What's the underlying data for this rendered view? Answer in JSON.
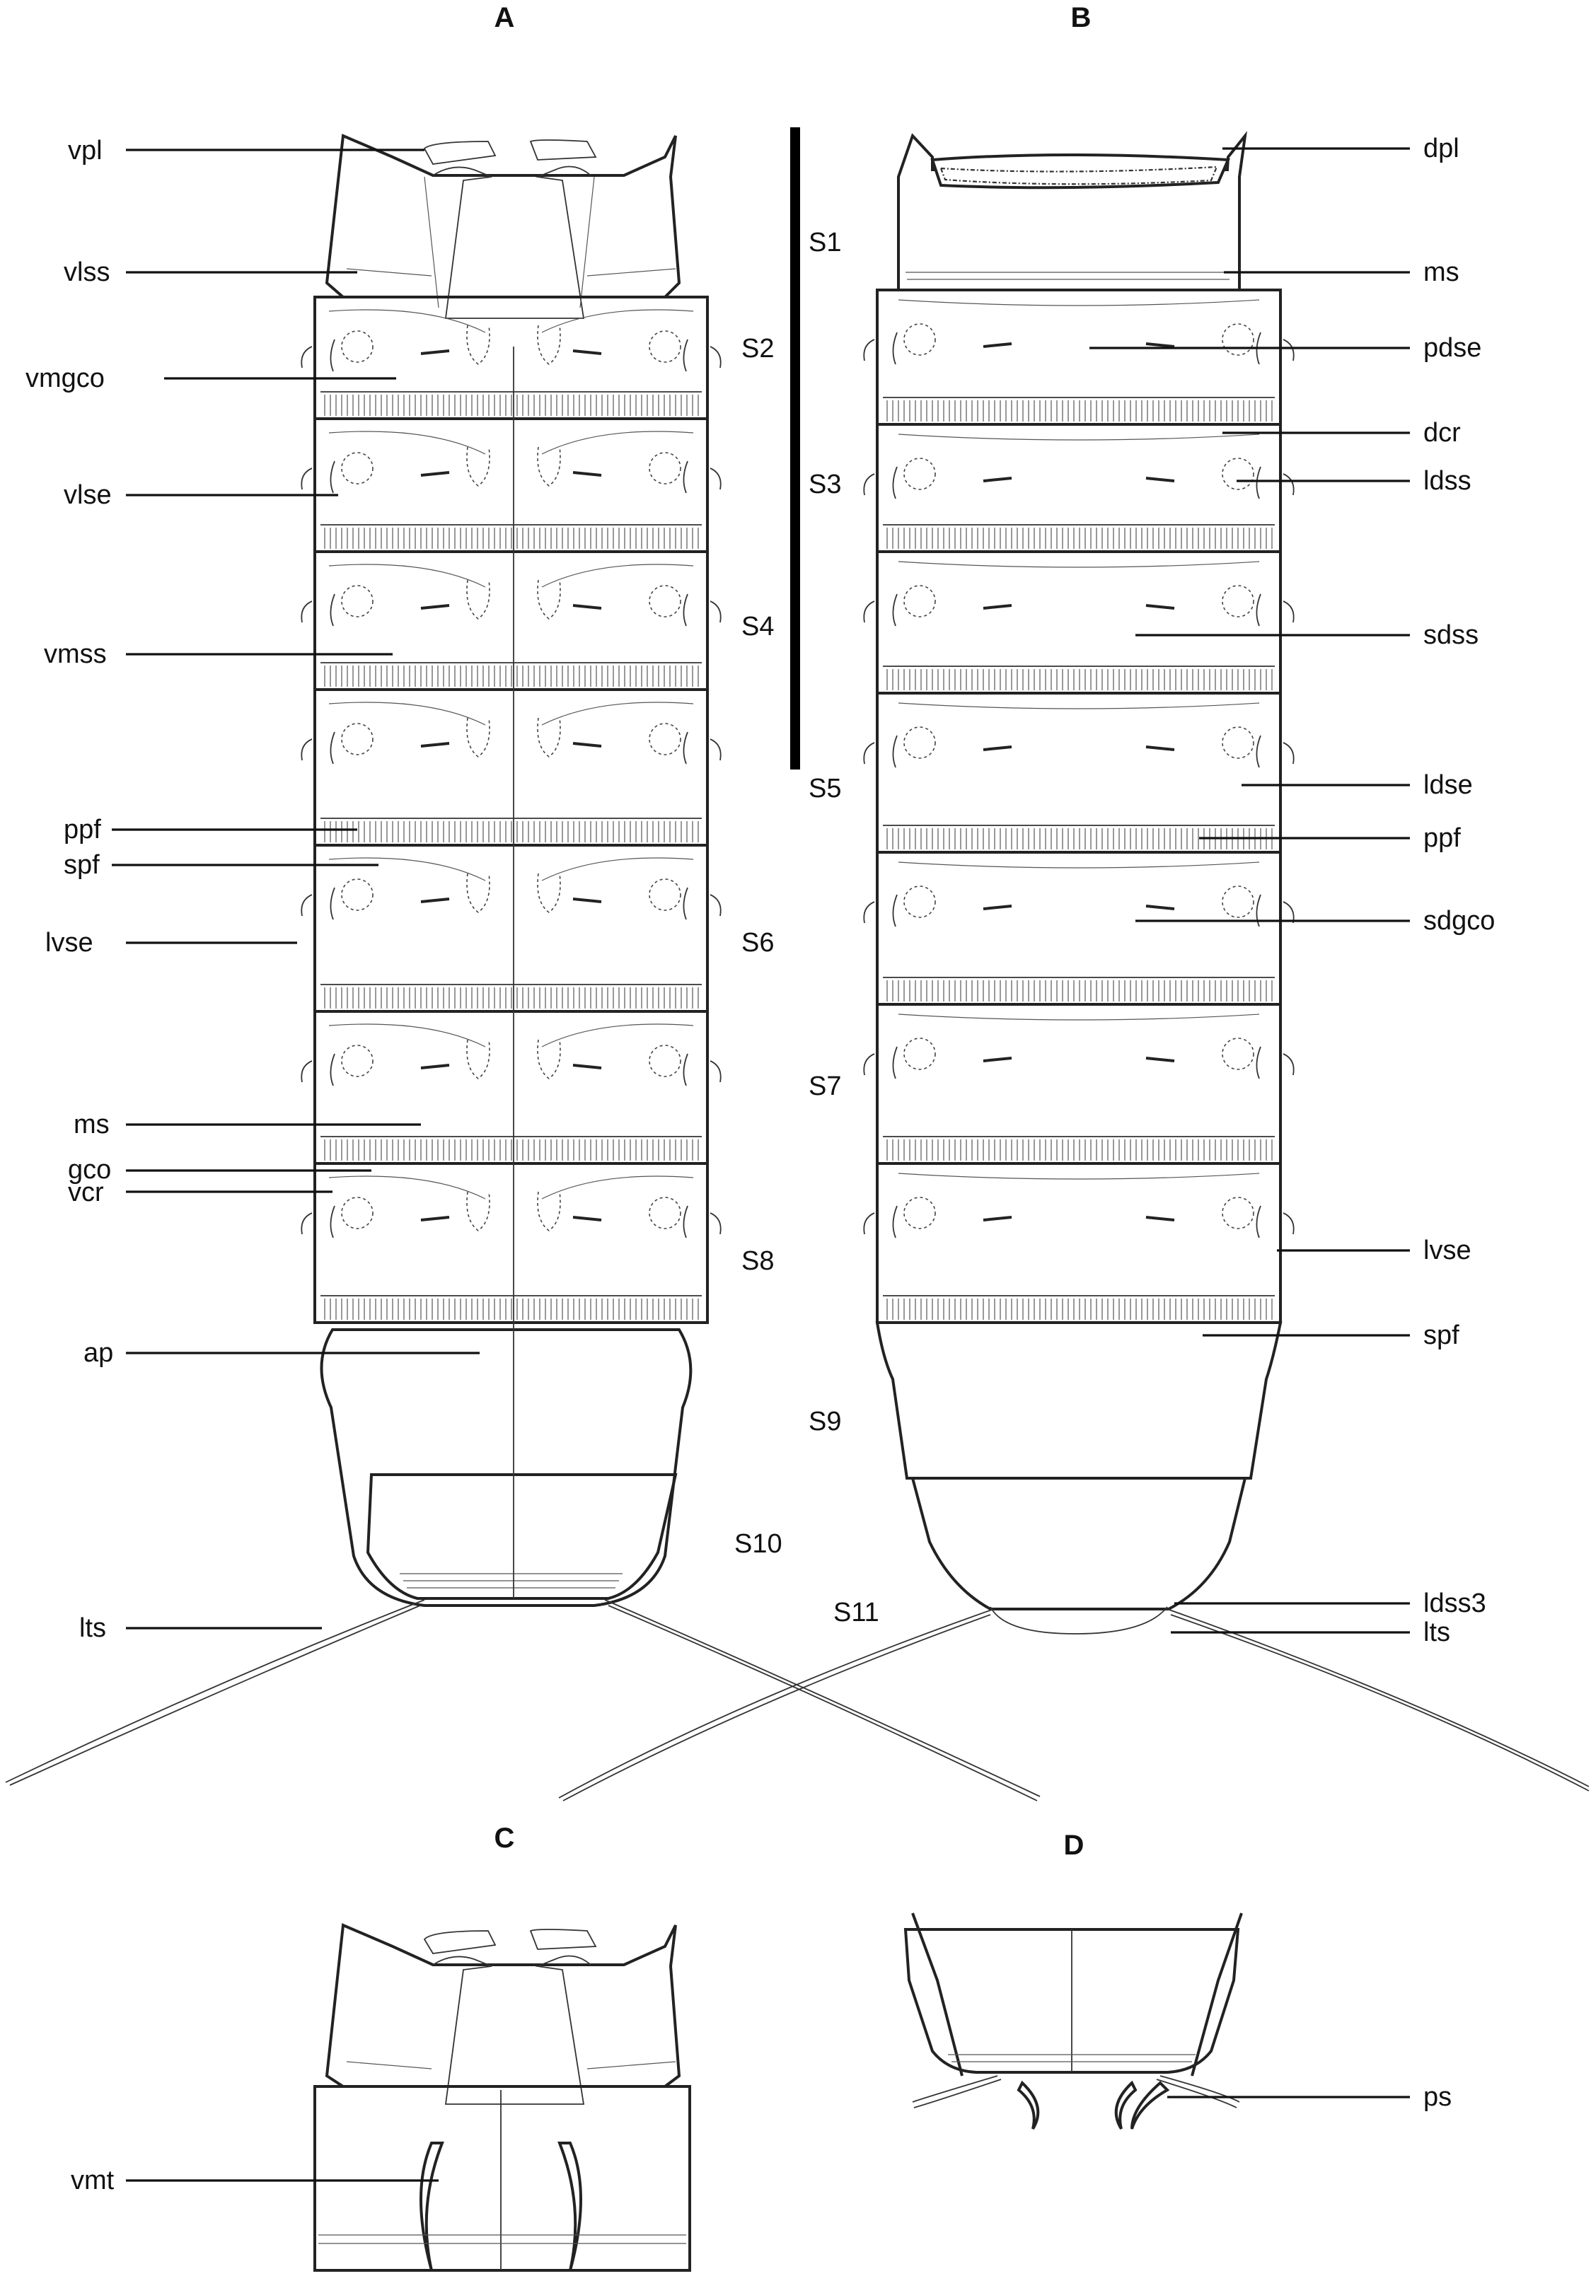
{
  "panels": {
    "a": "A",
    "b": "B",
    "c": "C",
    "d": "D"
  },
  "labels_a": {
    "vpl": "vpl",
    "vlss": "vlss",
    "vmgco": "vmgco",
    "vlse": "vlse",
    "vmss": "vmss",
    "ppf": "ppf",
    "spf": "spf",
    "lvse": "lvse",
    "ms": "ms",
    "gco": "gco",
    "vcr": "vcr",
    "ap": "ap",
    "lts": "lts"
  },
  "segments": {
    "s1": "S1",
    "s2": "S2",
    "s3": "S3",
    "s4": "S4",
    "s5": "S5",
    "s6": "S6",
    "s7": "S7",
    "s8": "S8",
    "s9": "S9",
    "s10": "S10",
    "s11": "S11"
  },
  "labels_b": {
    "dpl": "dpl",
    "ms": "ms",
    "pdse": "pdse",
    "dcr": "dcr",
    "ldss": "ldss",
    "sdss": "sdss",
    "ldse": "ldse",
    "ppf": "ppf",
    "sdgco": "sdgco",
    "lvse": "lvse",
    "spf": "spf",
    "ldss3": "ldss3",
    "lts": "lts"
  },
  "labels_c": {
    "vmt": "vmt"
  },
  "labels_d": {
    "ps": "ps"
  },
  "icons": [
    "scale-bar",
    "seta",
    "sensillum",
    "tail-seta"
  ]
}
